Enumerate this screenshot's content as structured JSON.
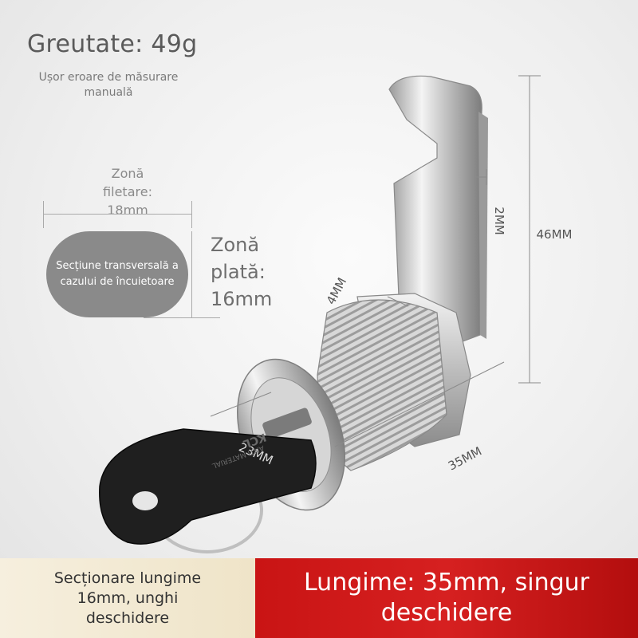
{
  "weight": {
    "label": "Greutate: 49g"
  },
  "measurement_note": "Ușor eroare de măsurare manuală",
  "thread_zone": {
    "label": "Zonă filetare:",
    "value": "18mm"
  },
  "cross_section": {
    "label": "Secțiune transversală a cazului de încuietoare"
  },
  "flat_zone": {
    "label": "Zonă plată:",
    "value": "16mm"
  },
  "dimensions": {
    "cam_height": "46MM",
    "cam_thickness": "2MM",
    "nut_thickness": "4MM",
    "head_diameter": "23MM",
    "body_length": "35MM"
  },
  "key_text": {
    "line1": "KCL",
    "line2": "ANTI MATERIAL"
  },
  "bottom_left": {
    "text": "Secționare lungime 16mm, unghi deschidere"
  },
  "bottom_right": {
    "text": "Lungime: 35mm, singur deschidere"
  },
  "colors": {
    "banner_red": "#d62020",
    "banner_cream": "#f2e8cf",
    "pill_gray": "#8a8a8a"
  }
}
